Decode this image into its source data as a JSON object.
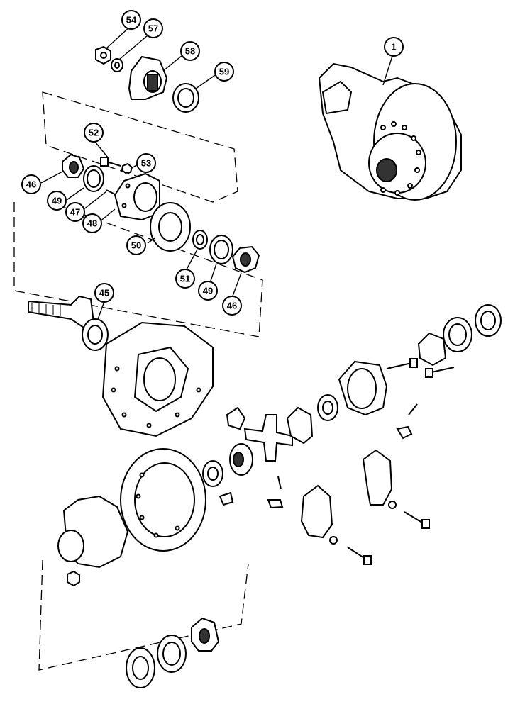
{
  "callouts": [
    {
      "id": "c54",
      "label": "54"
    },
    {
      "id": "c57",
      "label": "57"
    },
    {
      "id": "c58",
      "label": "58"
    },
    {
      "id": "c59",
      "label": "59"
    },
    {
      "id": "c1",
      "label": "1"
    },
    {
      "id": "c52",
      "label": "52"
    },
    {
      "id": "c53",
      "label": "53"
    },
    {
      "id": "c46a",
      "label": "46"
    },
    {
      "id": "c49a",
      "label": "49"
    },
    {
      "id": "c47",
      "label": "47"
    },
    {
      "id": "c48",
      "label": "48"
    },
    {
      "id": "c50",
      "label": "50"
    },
    {
      "id": "c51",
      "label": "51"
    },
    {
      "id": "c49b",
      "label": "49"
    },
    {
      "id": "c46b",
      "label": "46"
    },
    {
      "id": "c45",
      "label": "45"
    }
  ]
}
